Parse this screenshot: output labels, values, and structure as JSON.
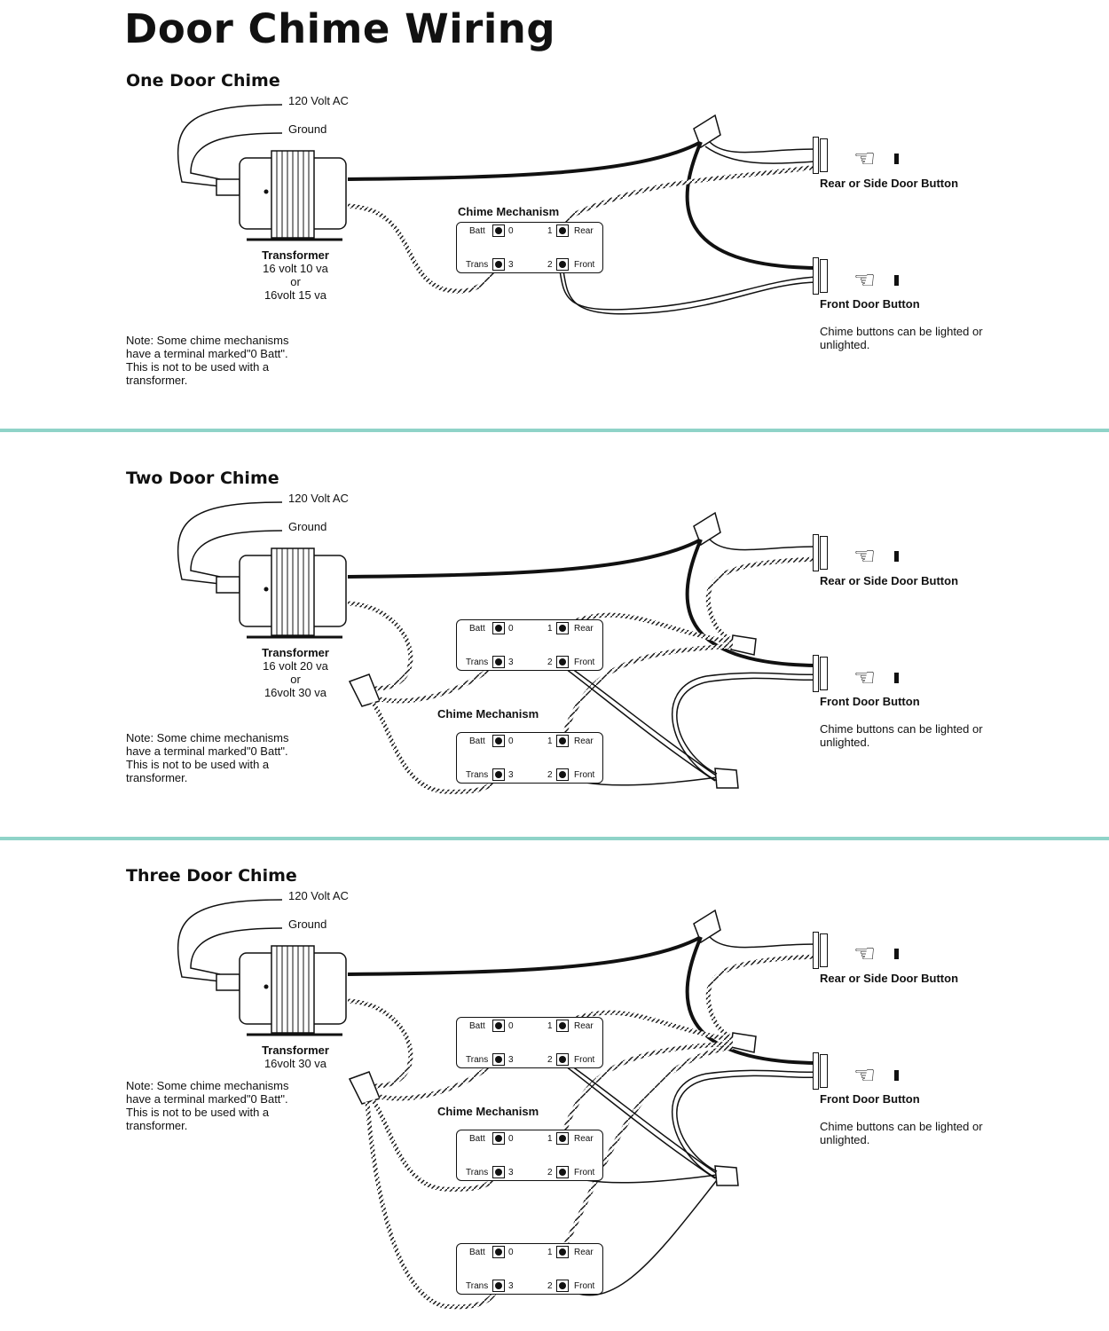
{
  "title": "Door Chime Wiring",
  "labels": {
    "ac": "120 Volt AC",
    "ground": "Ground",
    "transformer": "Transformer",
    "or": "or",
    "chime_mechanism": "Chime Mechanism",
    "rear_button": "Rear or Side Door Button",
    "front_button": "Front Door Button",
    "hint": "Chime buttons can be lighted or unlighted.",
    "note": "Note: Some chime mechanisms have a terminal marked\"0 Batt\". This is not to be used with a transformer."
  },
  "terminals": {
    "batt": "Batt",
    "zero": "0",
    "one": "1",
    "rear": "Rear",
    "trans": "Trans",
    "three": "3",
    "two": "2",
    "front": "Front"
  },
  "sections": [
    {
      "title": "One Door Chime",
      "rating1": "16 volt 10 va",
      "rating2": "16volt 15 va"
    },
    {
      "title": "Two Door Chime",
      "rating1": "16 volt 20 va",
      "rating2": "16volt 30 va"
    },
    {
      "title": "Three Door Chime",
      "rating1": "16volt 30 va",
      "rating2": ""
    }
  ],
  "colors": {
    "divider": "#8fd3c8",
    "ink": "#111111"
  }
}
